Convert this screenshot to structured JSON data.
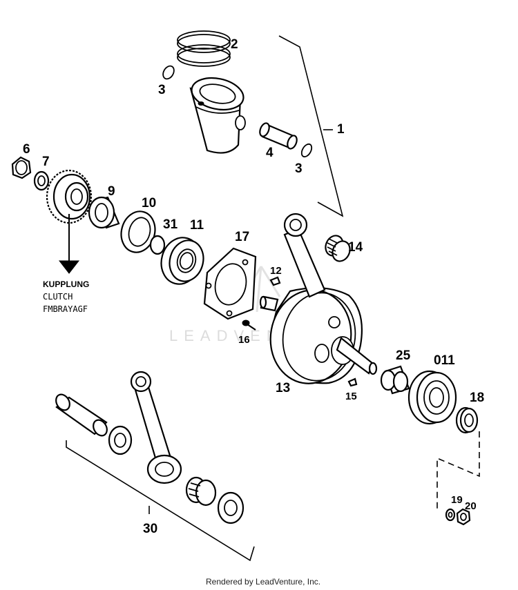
{
  "callouts": {
    "piston_assembly": "1",
    "piston_ring": "2",
    "circlip_upper": "3",
    "circlip_lower": "3",
    "piston_pin": "4",
    "nut": "6",
    "washer": "7",
    "gear": "9",
    "shim": "10",
    "bearing_11": "11",
    "oring_31": "31",
    "plate": "17",
    "needle_bearing": "14",
    "key_12": "12",
    "screw": "16",
    "crankshaft": "13",
    "key_15": "15",
    "sleeve": "25",
    "bearing_011": "011",
    "seal": "18",
    "small_washer": "19",
    "small_nut": "20",
    "conrod_kit": "30"
  },
  "clutch_note": {
    "line1": "KUPPLUNG",
    "line2": "CLUTCH",
    "line3": "FMBRAYAGF"
  },
  "watermark": "LEADVENTURE",
  "footer": "Rendered by LeadVenture, Inc."
}
